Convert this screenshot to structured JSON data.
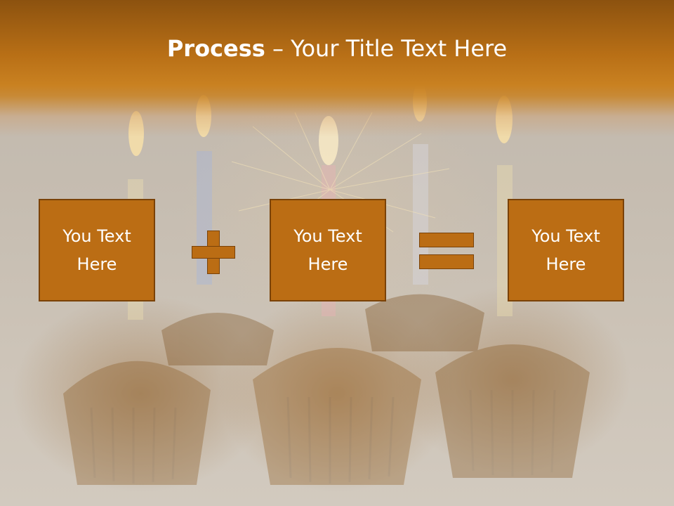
{
  "title": {
    "bold": "Process",
    "rest": " – Your Title Text Here"
  },
  "boxes": [
    {
      "line1": "You Text",
      "line2": "Here"
    },
    {
      "line1": "You Text",
      "line2": "Here"
    },
    {
      "line1": "You Text",
      "line2": "Here"
    }
  ],
  "operators": {
    "first": "plus-icon",
    "second": "equals-icon"
  },
  "colors": {
    "accent": "#bb6d14",
    "border": "#7a4208",
    "title_band": "#b86f16"
  }
}
